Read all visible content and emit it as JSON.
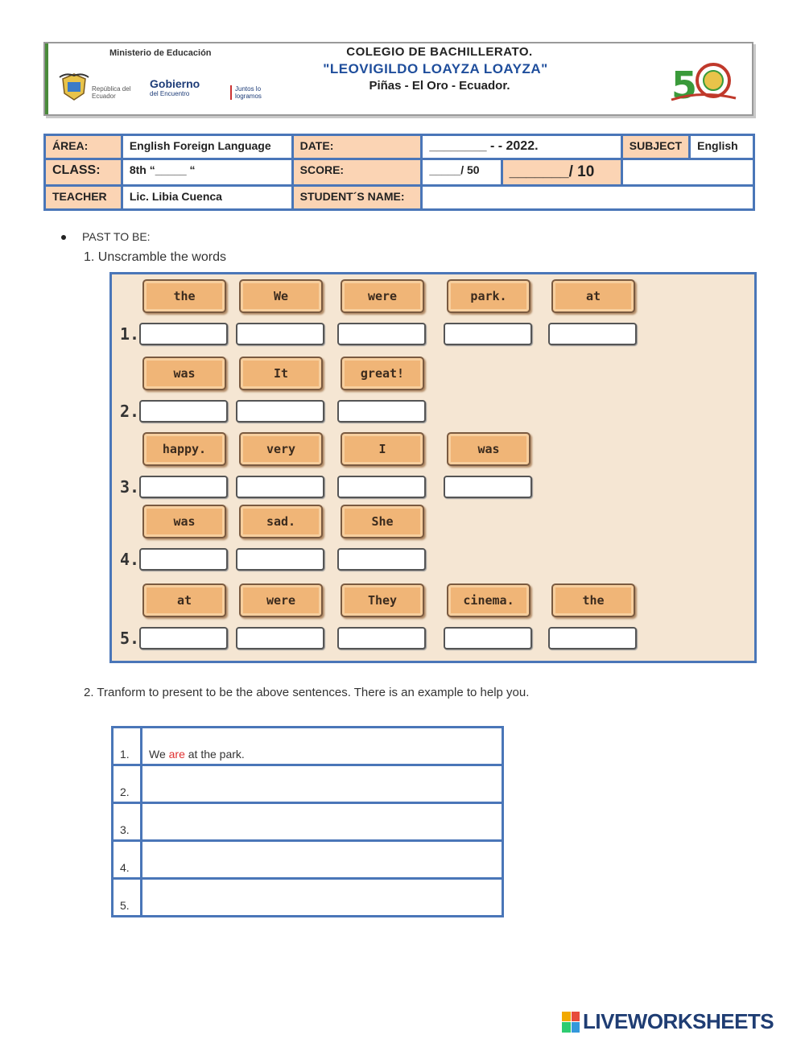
{
  "header": {
    "ministry": "Ministerio de Educación",
    "republic": "República del Ecuador",
    "gobierno": "Gobierno",
    "gobierno_sub": "del Encuentro",
    "juntos": "Juntos lo logramos",
    "school_line1": "COLEGIO DE BACHILLERATO.",
    "school_line2": "\"LEOVIGILDO LOAYZA LOAYZA\"",
    "school_line3": "Piñas - El Oro - Ecuador."
  },
  "info": {
    "area_label": "ÁREA:",
    "area_value": "English Foreign Language",
    "date_label": "DATE:",
    "date_value": "________    -     -   2022.",
    "subject_label": "SUBJECT",
    "subject_value": "English",
    "class_label": "CLASS:",
    "class_value": "8th      “_____ “",
    "score_label": "SCORE:",
    "score_value_50": "_____/ 50",
    "score_value_10": "_______/  10",
    "teacher_label": "TEACHER",
    "teacher_value": "Lic. Libia Cuenca",
    "student_label": "STUDENT´S NAME:"
  },
  "section": {
    "bullet": "PAST TO BE:",
    "q1": "1.   Unscramble   the words",
    "q2": "2.   Tranform to present to be the  above sentences. There is an example to help you."
  },
  "exercise": {
    "rows": [
      {
        "num": "1.",
        "words": [
          "the",
          "We",
          "were",
          "park.",
          "at"
        ]
      },
      {
        "num": "2.",
        "words": [
          "was",
          "It",
          "great!"
        ]
      },
      {
        "num": "3.",
        "words": [
          "happy.",
          "very",
          "I",
          "was"
        ]
      },
      {
        "num": "4.",
        "words": [
          "was",
          "sad.",
          "She"
        ]
      },
      {
        "num": "5.",
        "words": [
          "at",
          "were",
          "They",
          "cinema.",
          "the"
        ]
      }
    ]
  },
  "answers": {
    "rows": [
      {
        "num": "1.",
        "pre": "We ",
        "hl": "are",
        "post": " at the park."
      },
      {
        "num": "2.",
        "pre": "",
        "hl": "",
        "post": ""
      },
      {
        "num": "3.",
        "pre": "",
        "hl": "",
        "post": ""
      },
      {
        "num": "4.",
        "pre": "",
        "hl": "",
        "post": ""
      },
      {
        "num": "5.",
        "pre": "",
        "hl": "",
        "post": ""
      }
    ]
  },
  "footer": {
    "brand": "LIVEWORKSHEETS"
  },
  "colors": {
    "table_border": "#4a76b8",
    "label_fill": "#fbd4b4",
    "tile_fill": "#f0b577",
    "highlight": "#e03030"
  }
}
